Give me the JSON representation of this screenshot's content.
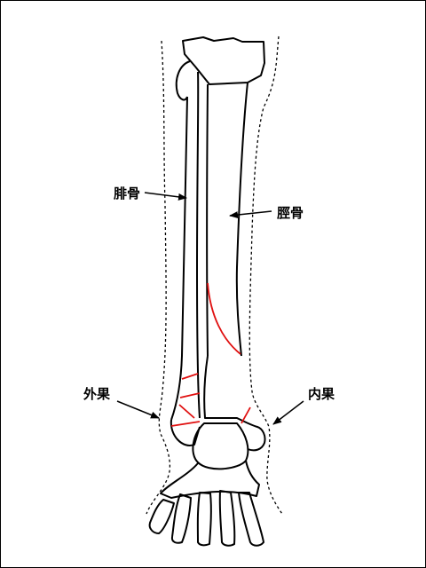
{
  "labels": {
    "fibula": "腓骨",
    "tibia": "脛骨",
    "lateral_malleolus": "外果",
    "medial_malleolus": "内果"
  },
  "colors": {
    "outline": "#000000",
    "fracture": "#e01010",
    "background": "#ffffff"
  }
}
